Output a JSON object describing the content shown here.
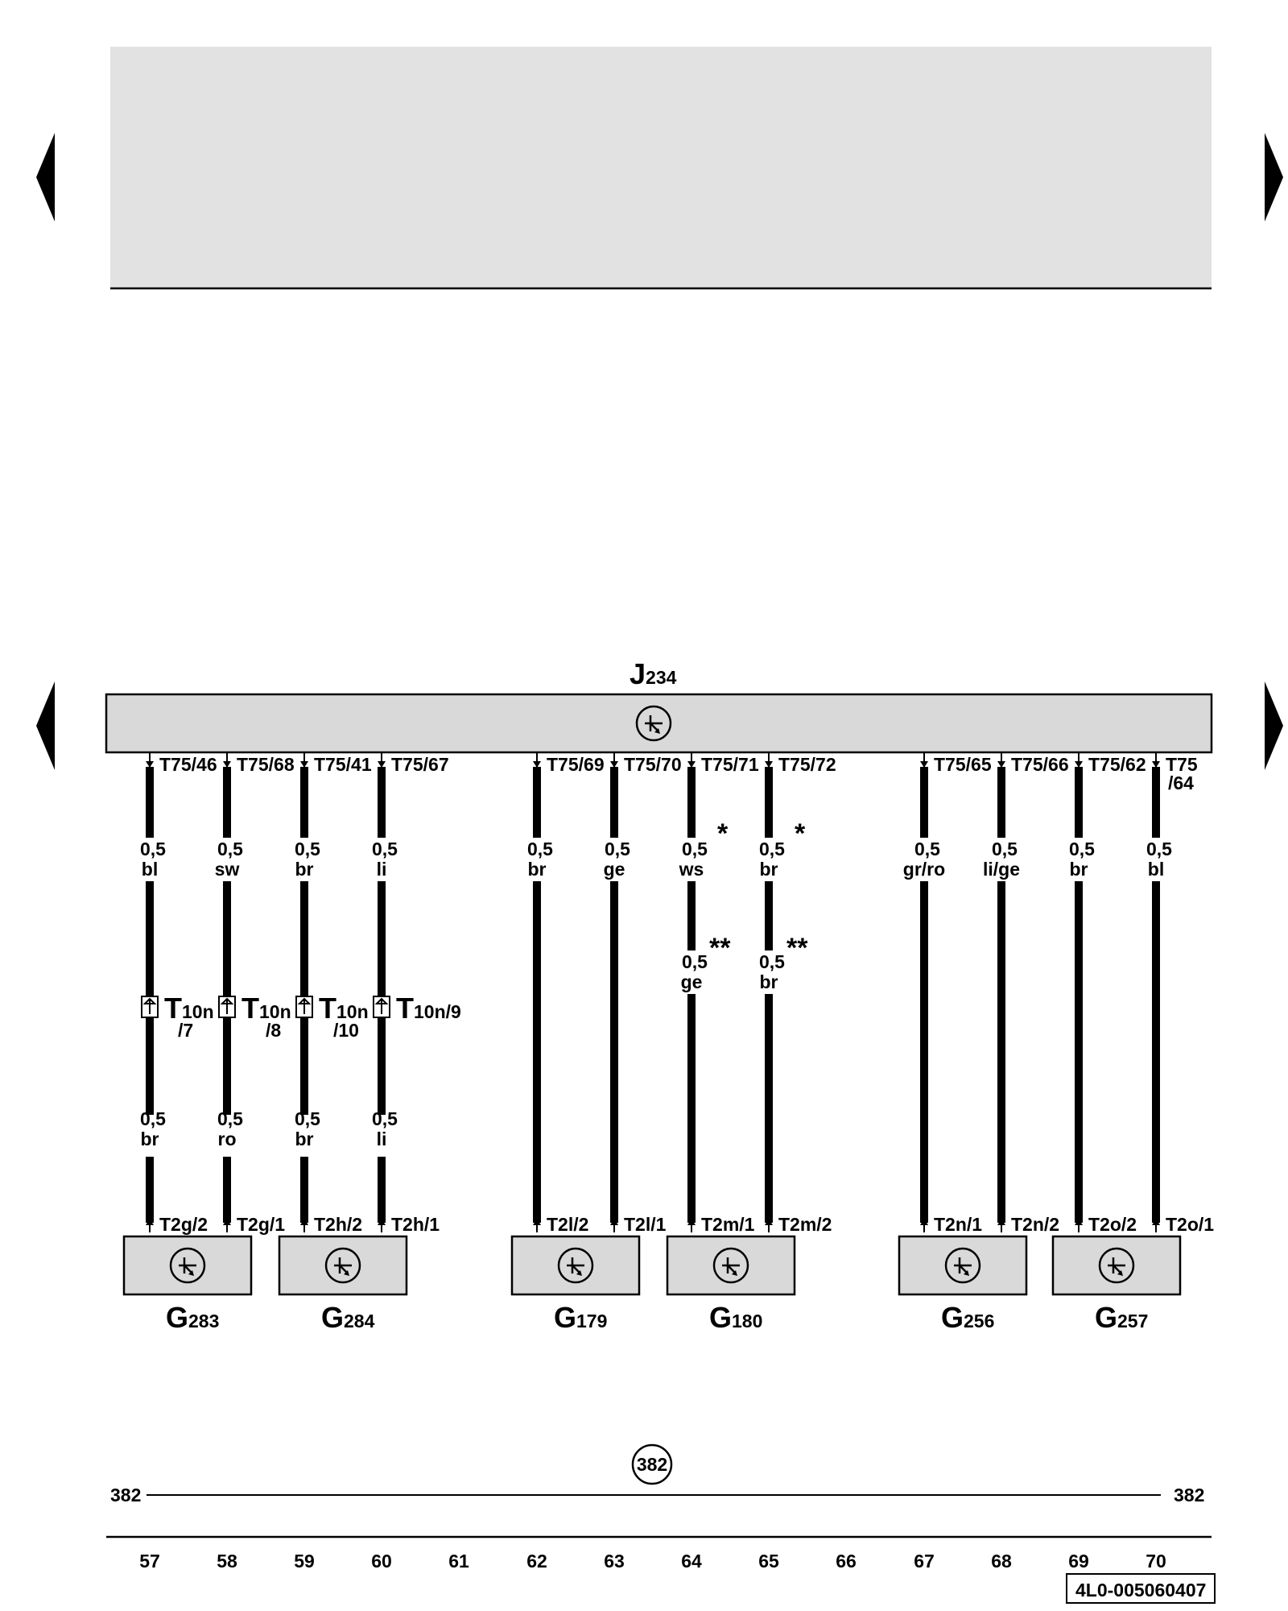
{
  "control_unit": {
    "letter": "J",
    "number": "234"
  },
  "pins_top": [
    "T75/46",
    "T75/68",
    "T75/41",
    "T75/67",
    "T75/69",
    "T75/70",
    "T75/71",
    "T75/72",
    "T75/65",
    "T75/66",
    "T75/62",
    "T75",
    "/64"
  ],
  "wire_top": [
    {
      "size": "0,5",
      "color": "bl"
    },
    {
      "size": "0,5",
      "color": "sw"
    },
    {
      "size": "0,5",
      "color": "br"
    },
    {
      "size": "0,5",
      "color": "li"
    },
    {
      "size": "0,5",
      "color": "br"
    },
    {
      "size": "0,5",
      "color": "ge"
    },
    {
      "size": "0,5",
      "color": "ws"
    },
    {
      "size": "0,5",
      "color": "br"
    },
    {
      "size": "0,5",
      "color": "gr/ro"
    },
    {
      "size": "0,5",
      "color": "li/ge"
    },
    {
      "size": "0,5",
      "color": "br"
    },
    {
      "size": "0,5",
      "color": "bl"
    }
  ],
  "wire_mid": [
    {
      "size": "0,5",
      "color": "ge"
    },
    {
      "size": "0,5",
      "color": "br"
    }
  ],
  "stars": {
    "single": "*",
    "double": "**"
  },
  "connectors": [
    {
      "letter": "T",
      "name": "10n",
      "pin": "/7"
    },
    {
      "letter": "T",
      "name": "10n",
      "pin": "/8"
    },
    {
      "letter": "T",
      "name": "10n",
      "pin": "/10"
    },
    {
      "letter": "T",
      "name": "10n/9",
      "pin": ""
    }
  ],
  "wire_low": [
    {
      "size": "0,5",
      "color": "br"
    },
    {
      "size": "0,5",
      "color": "ro"
    },
    {
      "size": "0,5",
      "color": "br"
    },
    {
      "size": "0,5",
      "color": "li"
    }
  ],
  "pins_bottom": [
    "T2g/2",
    "T2g/1",
    "T2h/2",
    "T2h/1",
    "T2l/2",
    "T2l/1",
    "T2m/1",
    "T2m/2",
    "T2n/1",
    "T2n/2",
    "T2o/2",
    "T2o/1"
  ],
  "sensors": [
    {
      "letter": "G",
      "number": "283"
    },
    {
      "letter": "G",
      "number": "284"
    },
    {
      "letter": "G",
      "number": "179"
    },
    {
      "letter": "G",
      "number": "180"
    },
    {
      "letter": "G",
      "number": "256"
    },
    {
      "letter": "G",
      "number": "257"
    }
  ],
  "ground": {
    "circle": "382",
    "left": "382",
    "right": "382"
  },
  "tracks": [
    "57",
    "58",
    "59",
    "60",
    "61",
    "62",
    "63",
    "64",
    "65",
    "66",
    "67",
    "68",
    "69",
    "70"
  ],
  "drawing_id": "4L0-005060407"
}
